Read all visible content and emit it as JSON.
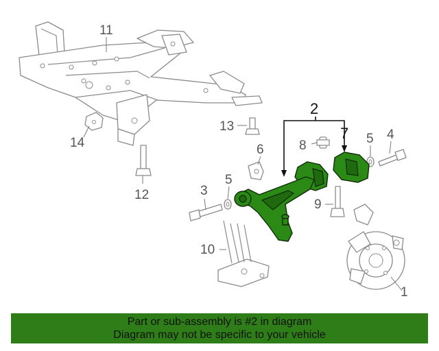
{
  "diagram": {
    "callouts": {
      "c1": "1",
      "c2": "2",
      "c3": "3",
      "c4": "4",
      "c5a": "5",
      "c5b": "5",
      "c6": "6",
      "c7": "7",
      "c8": "8",
      "c9": "9",
      "c10": "10",
      "c11": "11",
      "c12": "12",
      "c13": "13",
      "c14": "14"
    },
    "highlight_color": "#2b8a16"
  },
  "banner": {
    "line1": "Part or sub-assembly is #2 in diagram",
    "line2": "Diagram may not be specific to your vehicle",
    "color": "#2e7d18"
  }
}
